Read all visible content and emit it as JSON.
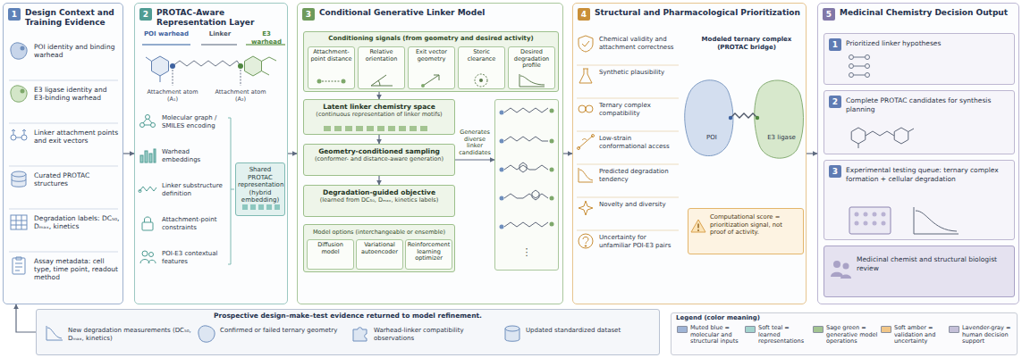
{
  "diagram": {
    "nodes": [
      {
        "text": [
          "1",
          "Design Context and Training Evidence"
        ]
      },
      {
        "text": [
          "2",
          "PROTAC-Aware Representation Layer"
        ]
      },
      {
        "text": [
          "Shared PROTAC representation (hybrid embedding)"
        ],
        "in": 1
      },
      {
        "text": [
          "3",
          "Conditional Generative Linker Model"
        ]
      },
      {
        "text": [
          "Conditioning signals (from geometry and desired activity)"
        ],
        "in": 3
      },
      {
        "text": [
          "Attachment-point distance"
        ],
        "in": 4
      },
      {
        "text": [
          "Relative orientation"
        ],
        "in": 4
      },
      {
        "text": [
          "Exit vector geometry"
        ],
        "in": 4
      },
      {
        "text": [
          "Steric clearance"
        ],
        "in": 4
      },
      {
        "text": [
          "Desired degradation profile"
        ],
        "in": 4
      },
      {
        "text": [
          "Latent linker chemistry space",
          "(continuous representation of linker motifs)"
        ],
        "in": 3
      },
      {
        "text": [
          "Geometry-conditioned sampling",
          "(conformer- and distance-aware generation)"
        ],
        "in": 3
      },
      {
        "text": [
          "Degradation-guided objective",
          "(learned from DC₅₀, Dₘₐₓ, kinetics labels)"
        ],
        "in": 3
      },
      {
        "text": [
          "Model options (interchangeable or ensemble)"
        ],
        "in": 3
      },
      {
        "text": [
          "Diffusion model"
        ],
        "in": 13
      },
      {
        "text": [
          "Variational autoencoder"
        ],
        "in": 13
      },
      {
        "text": [
          "Reinforcement learning optimizer"
        ],
        "in": 13
      },
      {
        "text": [
          "⋮"
        ],
        "in": 3
      },
      {
        "text": [
          "4",
          "Structural and Pharmacological Prioritization"
        ]
      },
      {
        "text": [
          "Computational score = prioritization signal, not proof of activity."
        ],
        "in": 18
      },
      {
        "text": [
          "5",
          "Medicinal Chemistry Decision Output"
        ]
      },
      {
        "text": [
          "1",
          "Prioritized linker hypotheses"
        ],
        "in": 20
      },
      {
        "text": [
          "2",
          "Complete PROTAC candidates for synthesis planning"
        ],
        "in": 20
      },
      {
        "text": [
          "3",
          "Experimental testing queue: ternary complex formation + cellular degradation"
        ],
        "in": 20
      },
      {
        "text": [
          "Medicinal chemist and structural biologist review"
        ],
        "in": 20
      },
      {
        "text": [
          "Prospective design–make–test evidence returned to model refinement."
        ]
      }
    ],
    "edges": [
      {
        "from": 0,
        "to": 1,
        "arrow": "to"
      },
      {
        "from": 1,
        "to": 3,
        "arrow": "to"
      },
      {
        "from": 3,
        "to": 18,
        "arrow": "to"
      },
      {
        "from": 18,
        "to": 20,
        "arrow": "to"
      },
      {
        "from": 4,
        "to": 10,
        "arrow": "to"
      },
      {
        "from": 10,
        "to": 11,
        "arrow": "to"
      },
      {
        "from": 11,
        "to": 12,
        "arrow": "to"
      },
      {
        "from": 11,
        "to": 17,
        "label": "Generates diverse linker candidates",
        "arrow": "to"
      },
      {
        "from": 25,
        "to": 0,
        "arrow": "to"
      }
    ],
    "labels": [
      "POI identity and binding warhead",
      "E3 ligase identity and E3-binding warhead",
      "Linker attachment points and exit vectors",
      "Curated PROTAC structures",
      "Degradation labels: DC₅₀, Dₘₐₓ, kinetics",
      "Assay metadata: cell type, time point, readout method",
      "POI warhead",
      "Linker",
      "E3 warhead",
      "Attachment atom (A₁)",
      "Attachment atom (A₂)",
      "Molecular graph / SMILES encoding",
      "Warhead embeddings",
      "Linker substructure definition",
      "Attachment-point constraints",
      "POI-E3 contextual features",
      "Modeled ternary complex (PROTAC bridge)",
      "POI",
      "E3 ligase",
      "Chemical validity and attachment correctness",
      "Synthetic plausibility",
      "Ternary complex compatibility",
      "Low-strain conformational access",
      "Predicted degradation tendency",
      "Novelty and diversity",
      "Uncertainty for unfamiliar POI-E3 pairs",
      "New degradation measurements (DC₅₀, Dₘₐₓ, kinetics)",
      "Confirmed or failed ternary geometry",
      "Warhead-linker compatibility observations",
      "Updated standardized dataset",
      "Legend (color meaning)"
    ],
    "legend": [
      {
        "text": "Muted blue = molecular and structural inputs",
        "color": "#9fb4d6"
      },
      {
        "text": "Soft teal = learned representations",
        "color": "#a3d3cd"
      },
      {
        "text": "Sage green = generative model operations",
        "color": "#a3c491"
      },
      {
        "text": "Soft amber = validation and uncertainty",
        "color": "#f1c688"
      },
      {
        "text": "Lavender-gray = human decision support",
        "color": "#c4bfd8"
      }
    ]
  }
}
